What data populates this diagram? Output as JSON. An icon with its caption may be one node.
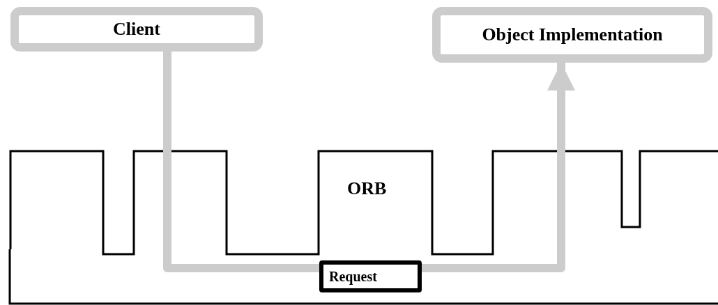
{
  "diagram": {
    "nodes": [
      {
        "text": [
          "Client"
        ]
      },
      {
        "text": [
          "Object Implementation"
        ]
      },
      {
        "text": [
          "ORB"
        ]
      },
      {
        "text": [
          "Request"
        ],
        "in": 2
      }
    ],
    "edges": [
      {
        "from": 0,
        "to": 3,
        "arrow": "none"
      },
      {
        "from": 3,
        "to": 1,
        "arrow": "to"
      }
    ]
  }
}
